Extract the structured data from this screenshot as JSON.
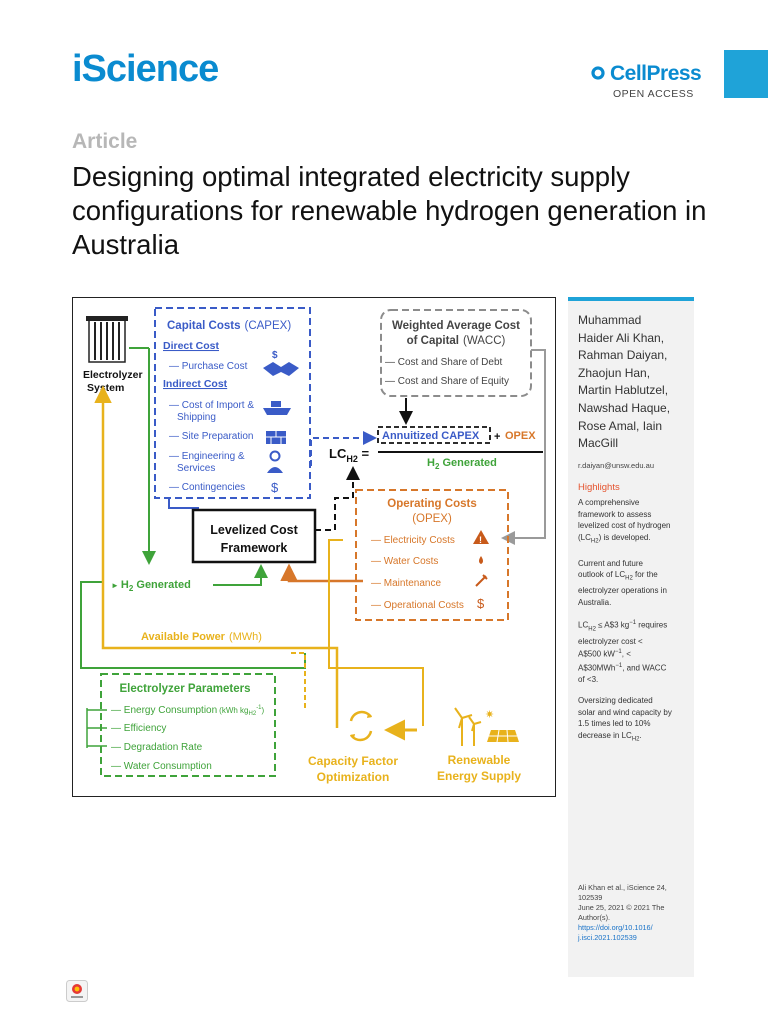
{
  "header": {
    "journal": "iScience",
    "publisher": "CellPress",
    "access": "OPEN ACCESS"
  },
  "article": {
    "type": "Article",
    "title": "Designing optimal integrated electricity supply configurations for renewable hydrogen generation in Australia"
  },
  "figure": {
    "electrolyzer_system": [
      "Electrolyzer",
      "System"
    ],
    "capex": {
      "title_bold": "Capital Costs",
      "title_rest": "(CAPEX)",
      "direct": "Direct Cost",
      "purchase": "— Purchase Cost",
      "indirect": "Indirect Cost",
      "import": [
        "— Cost of Import &",
        "Shipping"
      ],
      "site": "— Site Preparation",
      "engineering": [
        "— Engineering &",
        "Services"
      ],
      "contingencies": "— Contingencies"
    },
    "wacc": {
      "title1": "Weighted Average Cost",
      "title2_bold": "of Capital",
      "title2_rest": "(WACC)",
      "debt": "— Cost and Share of Debt",
      "equity": "— Cost and Share of Equity"
    },
    "lch2": {
      "label": "LC",
      "sub": "H2",
      "eq": " =",
      "numerator_capex": "Annuitized CAPEX",
      "plus": "+",
      "numerator_opex": "OPEX",
      "denominator": "H",
      "denominator_sub": "2",
      "denominator_rest": " Generated"
    },
    "opex": {
      "title1": "Operating Costs",
      "title2": "(OPEX)",
      "electricity": "— Electricity Costs",
      "water": "— Water Costs",
      "maintenance": "— Maintenance",
      "operational": "— Operational Costs"
    },
    "lcf": [
      "Levelized Cost",
      "Framework"
    ],
    "h2_generated": {
      "pre": "H",
      "sub": "2",
      "post": " Generated"
    },
    "available_power": {
      "bold": "Available Power",
      "rest": "(MWh)"
    },
    "params": {
      "title": "Electrolyzer Parameters",
      "energy": "— Energy Consumption",
      "energy_unit": "(kWh kg",
      "energy_unit_sub": "H2",
      "energy_unit_sup": "-1",
      "energy_unit_close": ")",
      "efficiency": "— Efficiency",
      "degradation": "— Degradation Rate",
      "water": "— Water Consumption"
    },
    "cfo": [
      "Capacity Factor",
      "Optimization"
    ],
    "res": [
      "Renewable",
      "Energy Supply"
    ],
    "colors": {
      "blue": "#3a5bc7",
      "green": "#3fa33a",
      "orange": "#d7772a",
      "gold": "#e8b21c",
      "gray": "#8c8c8c"
    }
  },
  "sidebar": {
    "authors": [
      "Muhammad",
      "Haider Ali Khan,",
      "Rahman Daiyan,",
      "Zhaojun Han,",
      "Martin Hablutzel,",
      "Nawshad Haque,",
      "Rose Amal, Iain",
      "MacGill"
    ],
    "email": "r.daiyan@unsw.edu.au",
    "highlights_heading": "Highlights",
    "highlights": [
      [
        "A comprehensive",
        "framework to assess",
        "levelized cost of hydrogen",
        "(LC",
        "H2",
        ") is developed."
      ],
      [
        "Current and future",
        "outlook of LC",
        "H2",
        " for the",
        "electrolyzer operations in",
        "Australia."
      ],
      [
        "LC",
        "H2",
        " ≤ A$3 kg",
        "−1",
        " requires",
        "electrolyzer cost <",
        "A$500 kW",
        "−1",
        ", <",
        "A$30MWh",
        "−1",
        ", and WACC",
        "of <3."
      ],
      [
        "Oversizing dedicated",
        "solar and wind capacity by",
        "1.5 times led to 10%",
        "decrease in LC",
        "H2",
        "."
      ]
    ],
    "citation": {
      "line1": "Ali Khan et al., iScience 24,",
      "line2": "102539",
      "line3": "June 25, 2021 © 2021 The",
      "line4": "Author(s).",
      "doi1": "https://doi.org/10.1016/",
      "doi2": "j.isci.2021.102539"
    }
  }
}
